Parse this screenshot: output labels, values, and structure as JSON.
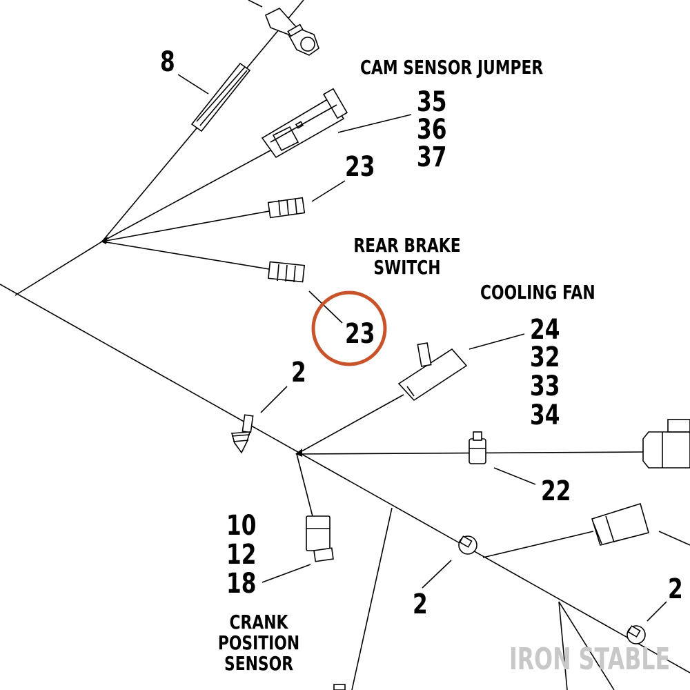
{
  "labels": {
    "cam_sensor_jumper": "CAM SENSOR JUMPER",
    "rear_brake_switch_line1": "REAR BRAKE",
    "rear_brake_switch_line2": "SWITCH",
    "cooling_fan": "COOLING FAN",
    "crank_line1": "CRANK",
    "crank_line2": "POSITION",
    "crank_line3": "SENSOR"
  },
  "callouts": {
    "c8": "8",
    "c35": "35",
    "c36": "36",
    "c37": "37",
    "c23_top": "23",
    "c23_highlight": "23",
    "c24": "24",
    "c32": "32",
    "c33": "33",
    "c34": "34",
    "c2_left": "2",
    "c22": "22",
    "c10": "10",
    "c12": "12",
    "c18": "18",
    "c2_mid": "2",
    "c2_right": "2"
  },
  "watermark": "IRON STABLE",
  "colors": {
    "line": "#000000",
    "highlight": "#c8532a",
    "watermark": "#c8c8c8"
  }
}
